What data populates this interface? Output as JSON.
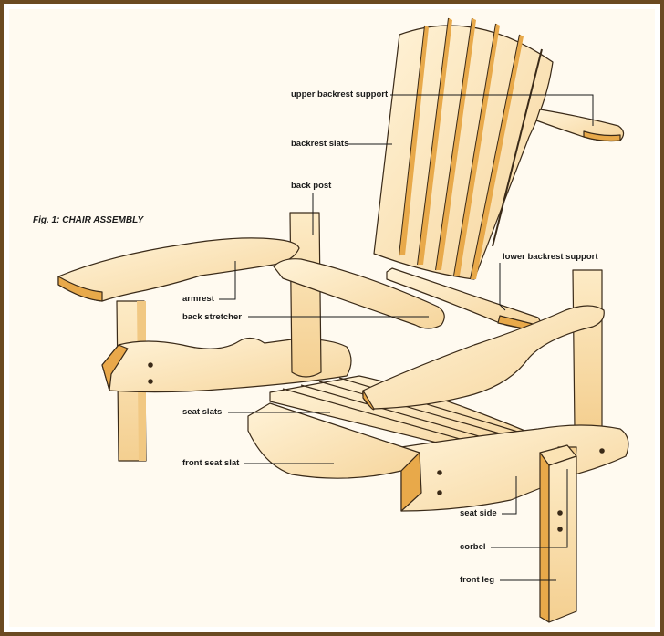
{
  "figure": {
    "title": "Fig. 1: CHAIR ASSEMBLY"
  },
  "labels": {
    "upper_backrest_support": "upper backrest support",
    "backrest_slats": "backrest slats",
    "back_post": "back post",
    "lower_backrest_support": "lower backrest support",
    "armrest": "armrest",
    "back_stretcher": "back stretcher",
    "seat_slats": "seat slats",
    "front_seat_slat": "front seat slat",
    "seat_side": "seat side",
    "corbel": "corbel",
    "front_leg": "front leg"
  },
  "colors": {
    "frame": "#6b4a22",
    "wood_light": "#fbe3b4",
    "wood_mid": "#f3cf92",
    "wood_edge": "#e8a94a",
    "wood_dark": "#c98a32",
    "outline": "#3a2a18"
  }
}
